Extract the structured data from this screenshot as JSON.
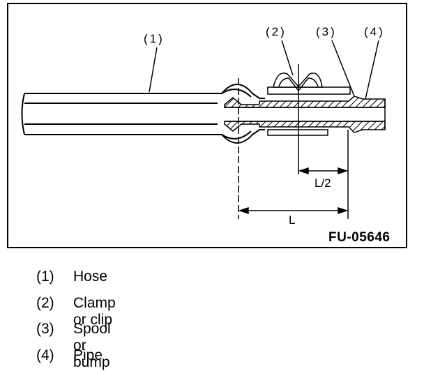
{
  "figure": {
    "callouts": [
      "(1)",
      "(2)",
      "(3)",
      "(4)"
    ],
    "dimension_labels": {
      "half": "L/2",
      "full": "L"
    },
    "code": "FU-05646"
  },
  "legend": [
    {
      "num": "(1)",
      "text": "Hose"
    },
    {
      "num": "(2)",
      "text": "Clamp or clip"
    },
    {
      "num": "(3)",
      "text": "Spool or bump"
    },
    {
      "num": "(4)",
      "text": "Pipe"
    }
  ]
}
